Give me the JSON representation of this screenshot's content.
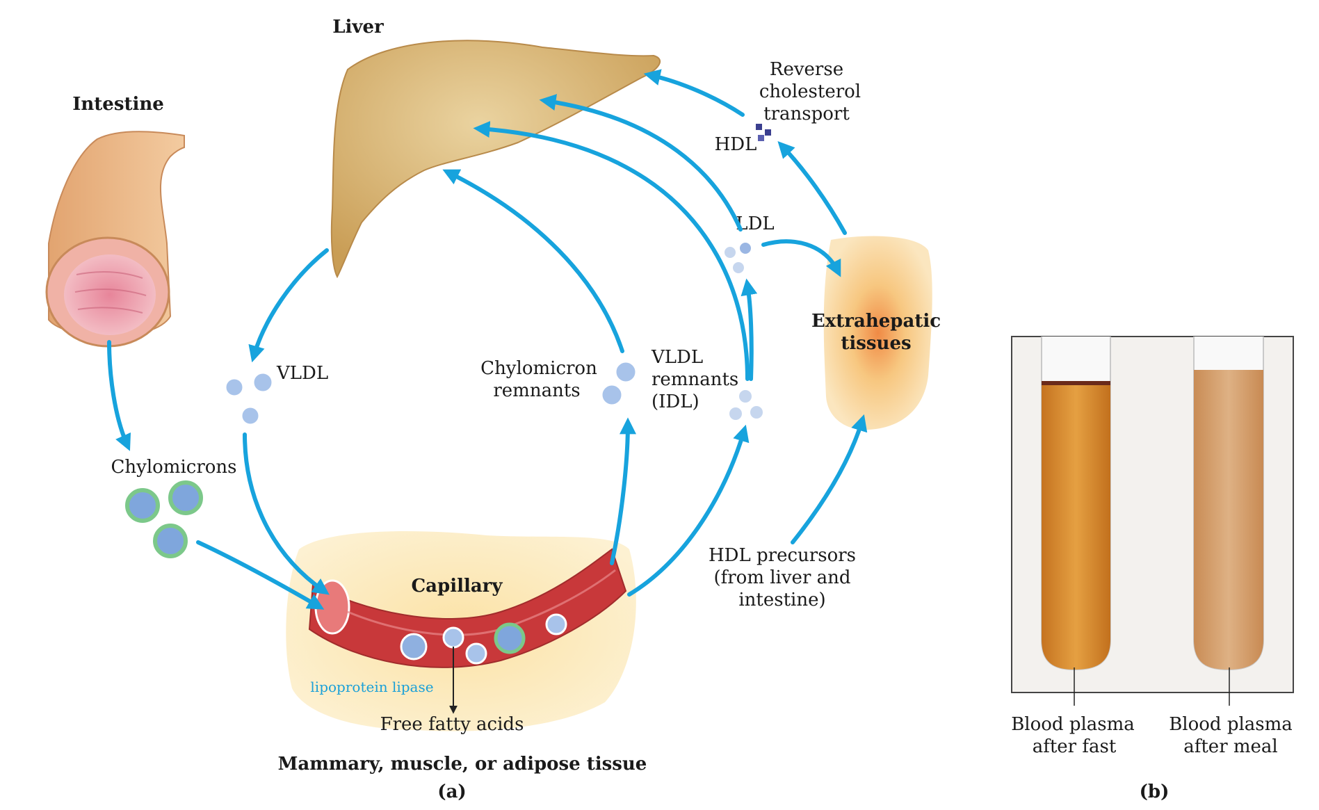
{
  "organs": {
    "intestine": "Intestine",
    "liver": "Liver",
    "extrahepatic": [
      "Extrahepatic",
      "tissues"
    ],
    "capillary": "Capillary",
    "tissue": "Mammary, muscle, or adipose tissue"
  },
  "lipoproteins": {
    "vldl": "VLDL",
    "chylomicrons": "Chylomicrons",
    "chylo_remnants": [
      "Chylomicron",
      "remnants"
    ],
    "vldl_remnants": [
      "VLDL",
      "remnants",
      "(IDL)"
    ],
    "ldl": "LDL",
    "hdl": "HDL",
    "reverse": [
      "Reverse",
      "cholesterol",
      "transport"
    ],
    "hdl_precursors": [
      "HDL precursors",
      "(from liver and",
      "intestine)"
    ]
  },
  "enzyme": "lipoprotein lipase",
  "product": "Free fatty acids",
  "panel_a": "(a)",
  "panel_b": "(b)",
  "tubes": {
    "fast": [
      "Blood plasma",
      "after fast"
    ],
    "meal": [
      "Blood plasma",
      "after meal"
    ]
  },
  "colors": {
    "arrow": "#17a3dd",
    "liver": "#d9b56e",
    "capillary": "#c8383a",
    "plasma_fast": "#d48a2a",
    "plasma_meal": "#d6a170"
  }
}
